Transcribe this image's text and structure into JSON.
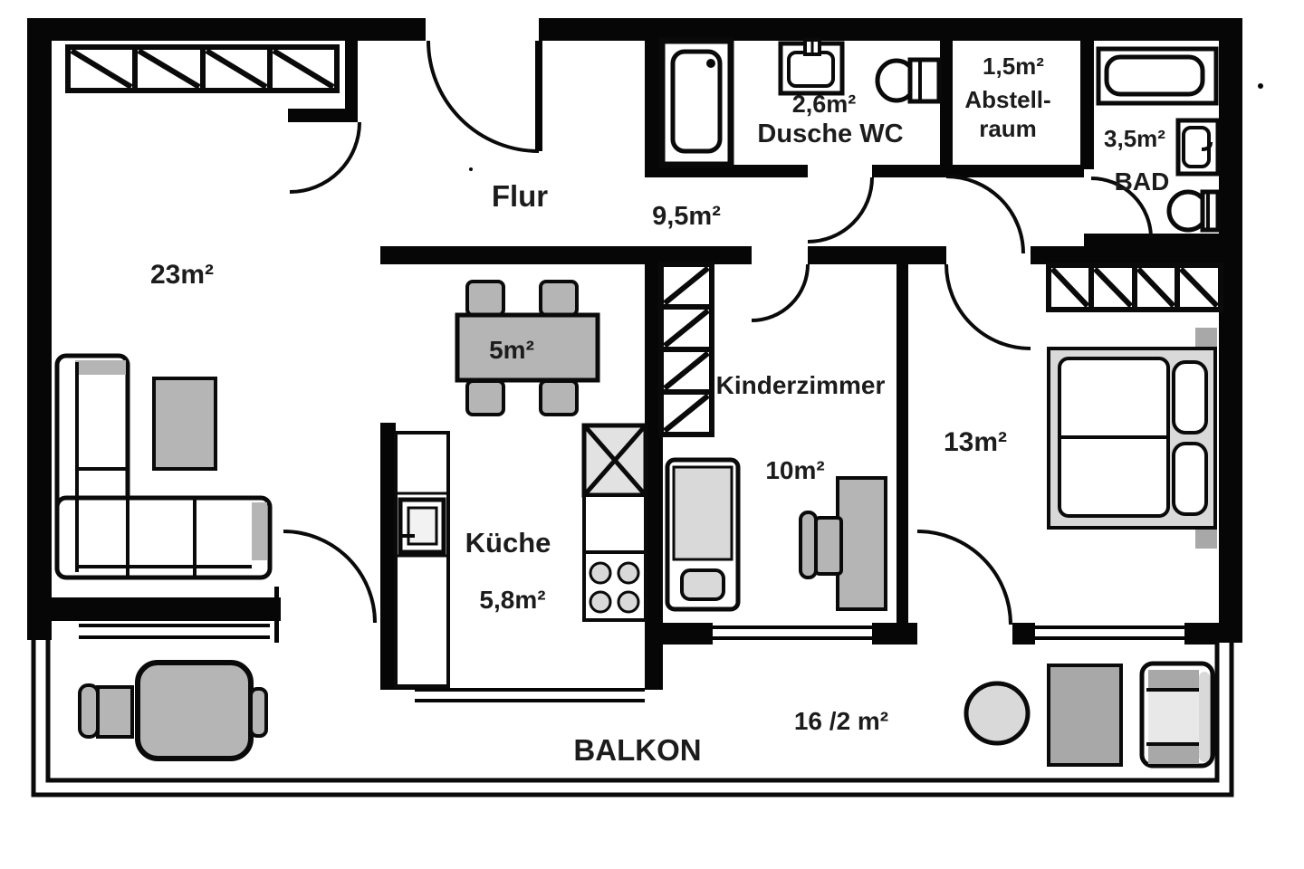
{
  "title": "Apartment floor plan",
  "colors": {
    "wall": "#060606",
    "outline": "#0a0a0a",
    "text": "#1c1c1c",
    "furniture_mid": "#b5b5b5",
    "furniture_light": "#d9d9d9",
    "furniture_dark": "#a8a8a8",
    "bg": "#ffffff"
  },
  "rooms": {
    "living": {
      "area": "23m²"
    },
    "flur": {
      "name": "Flur",
      "area": "9,5m²"
    },
    "dusche_wc": {
      "name": "Dusche WC",
      "area": "2,6m²"
    },
    "abstellraum": {
      "name_line1": "Abstell-",
      "name_line2": "raum",
      "area": "1,5m²"
    },
    "bad": {
      "name": "BAD",
      "area": "3,5m²"
    },
    "kinderzimmer": {
      "name": "Kinderzimmer",
      "area": "10m²"
    },
    "schlafzimmer": {
      "area": "13m²"
    },
    "kueche": {
      "name": "Küche",
      "area": "5,8m²"
    },
    "esstisch": {
      "area": "5m²"
    },
    "balkon": {
      "name": "BALKON",
      "area": "16 /2 m²"
    }
  }
}
